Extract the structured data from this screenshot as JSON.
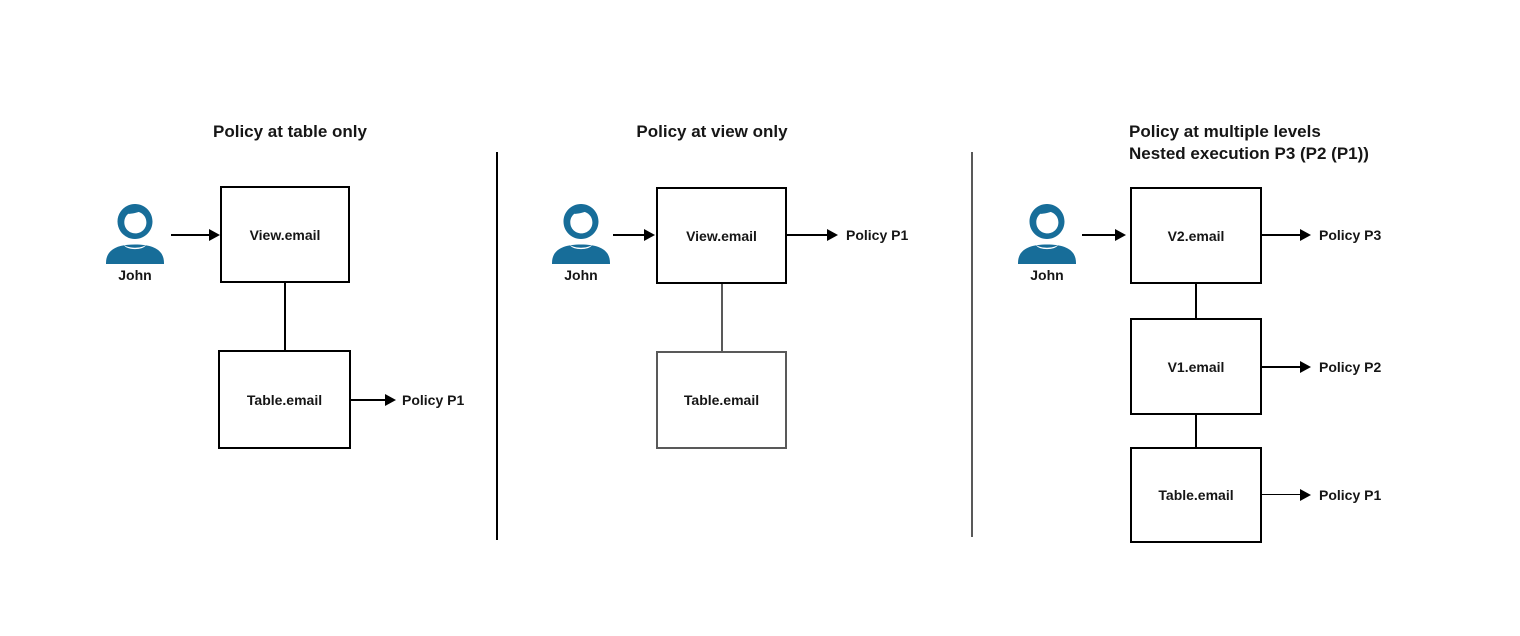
{
  "diagram": {
    "background": "#ffffff",
    "colors": {
      "primary_stroke": "#000000",
      "secondary_stroke": "#595959",
      "person": "#176d99",
      "text": "#161616"
    },
    "panels": [
      {
        "title": "Policy at table only",
        "actor": "John",
        "nodes": [
          {
            "label": "View.email"
          },
          {
            "label": "Table.email",
            "policy": "Policy P1"
          }
        ]
      },
      {
        "title": "Policy at view only",
        "actor": "John",
        "nodes": [
          {
            "label": "View.email",
            "policy": "Policy P1"
          },
          {
            "label": "Table.email"
          }
        ]
      },
      {
        "title": "Policy at multiple levels",
        "title2": "Nested execution P3 (P2 (P1))",
        "actor": "John",
        "nodes": [
          {
            "label": "V2.email",
            "policy": "Policy P3"
          },
          {
            "label": "V1.email",
            "policy": "Policy P2"
          },
          {
            "label": "Table.email",
            "policy": "Policy P1"
          }
        ]
      }
    ]
  }
}
